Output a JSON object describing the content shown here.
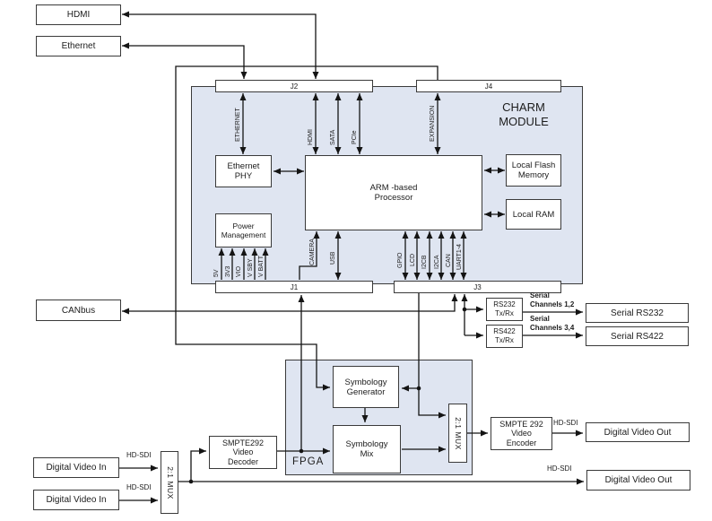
{
  "colors": {
    "shade": "#dfe5f1",
    "line": "#141414",
    "border": "#3a3a3a"
  },
  "external": {
    "hdmi": "HDMI",
    "ethernet": "Ethernet",
    "canbus": "CANbus",
    "video_in_1": "Digital Video In",
    "video_in_2": "Digital Video In",
    "video_out_1": "Digital Video Out",
    "video_out_2": "Digital Video Out",
    "serial_rs232": "Serial RS232",
    "serial_rs422": "Serial RS422"
  },
  "charm": {
    "title_lines": [
      "CHARM",
      "MODULE"
    ],
    "connectors": {
      "j1": "J1",
      "j2": "J2",
      "j3": "J3",
      "j4": "J4"
    },
    "ethernet_phy": [
      "Ethernet",
      "PHY"
    ],
    "arm": [
      "ARM -based",
      "Processor"
    ],
    "power": [
      "Power",
      "Management"
    ],
    "flash": [
      "Local Flash",
      "Memory"
    ],
    "ram": [
      "Local RAM"
    ],
    "j2_buses": [
      "ETHERNET",
      "HDMI",
      "SATA",
      "PCIe"
    ],
    "j4_buses": [
      "EXPANSION"
    ],
    "j1_power": [
      "5V",
      "3V3",
      "VIO",
      "V SBY",
      "V BATT"
    ],
    "j1_buses": [
      "CAMERA",
      "USB"
    ],
    "j3_buses": [
      "GPIO",
      "LCD",
      "I2CB",
      "I2CA",
      "CAN",
      "UART1-4"
    ]
  },
  "serial": {
    "rs232": [
      "RS232",
      "Tx/Rx"
    ],
    "rs422": [
      "RS422",
      "Tx/Rx"
    ],
    "ch12": [
      "Serial",
      "Channels 1,2"
    ],
    "ch34": [
      "Serial",
      "Channels 3,4"
    ]
  },
  "video": {
    "fpga": "FPGA",
    "mux_in": "2:1 MUX",
    "mux_fpga": "2:1 MUX",
    "decoder": [
      "SMPTE292",
      "Video",
      "Decoder"
    ],
    "encoder": [
      "SMPTE 292",
      "Video",
      "Encoder"
    ],
    "symb_gen": [
      "Symbology",
      "Generator"
    ],
    "symb_mix": [
      "Symbology",
      "Mix"
    ],
    "hdsdi_in_1": "HD-SDI",
    "hdsdi_in_2": "HD-SDI",
    "hdsdi_out_1": "HD-SDI",
    "hdsdi_out_2": "HD-SDI"
  }
}
